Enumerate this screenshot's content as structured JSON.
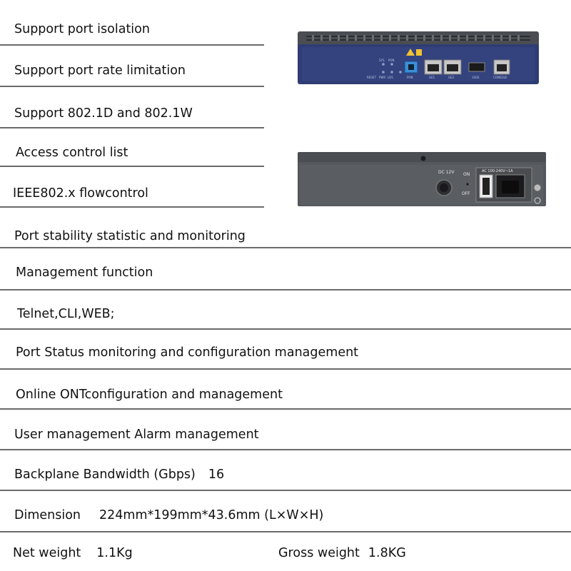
{
  "rows": [
    {
      "text": "Support port isolation"
    },
    {
      "text": "Support port rate limitation"
    },
    {
      "text": "Support 802.1D and 802.1W"
    },
    {
      "text": "Access control list"
    },
    {
      "text": "IEEE802.x flowcontrol"
    },
    {
      "text": "Port stability statistic and monitoring"
    },
    {
      "text": "Management function"
    },
    {
      "text": "Telnet,CLI,WEB;"
    },
    {
      "text": "Port Status monitoring and configuration management"
    },
    {
      "text": "Online ONTconfiguration and management"
    },
    {
      "text": "User management Alarm management"
    }
  ],
  "backplane": {
    "label": "Backplane Bandwidth (Gbps)",
    "value": "16"
  },
  "dimension": {
    "label": "Dimension",
    "value": "224mm*199mm*43.6mm (L×W×H)"
  },
  "weight": {
    "net_label": "Net weight",
    "net_value": "1.1Kg",
    "gross_label": "Gross weight",
    "gross_value": "1.8KG"
  },
  "device_front": {
    "labels": [
      "RESET",
      "PWR",
      "SYS",
      "PON",
      "LOS",
      "PON",
      "GE1",
      "GE2",
      "10GE",
      "CONSOLE"
    ]
  },
  "device_back": {
    "dc_label": "DC 12V",
    "on_label": "ON",
    "off_label": "OFF",
    "ac_label": "AC 100-240V~1A"
  }
}
